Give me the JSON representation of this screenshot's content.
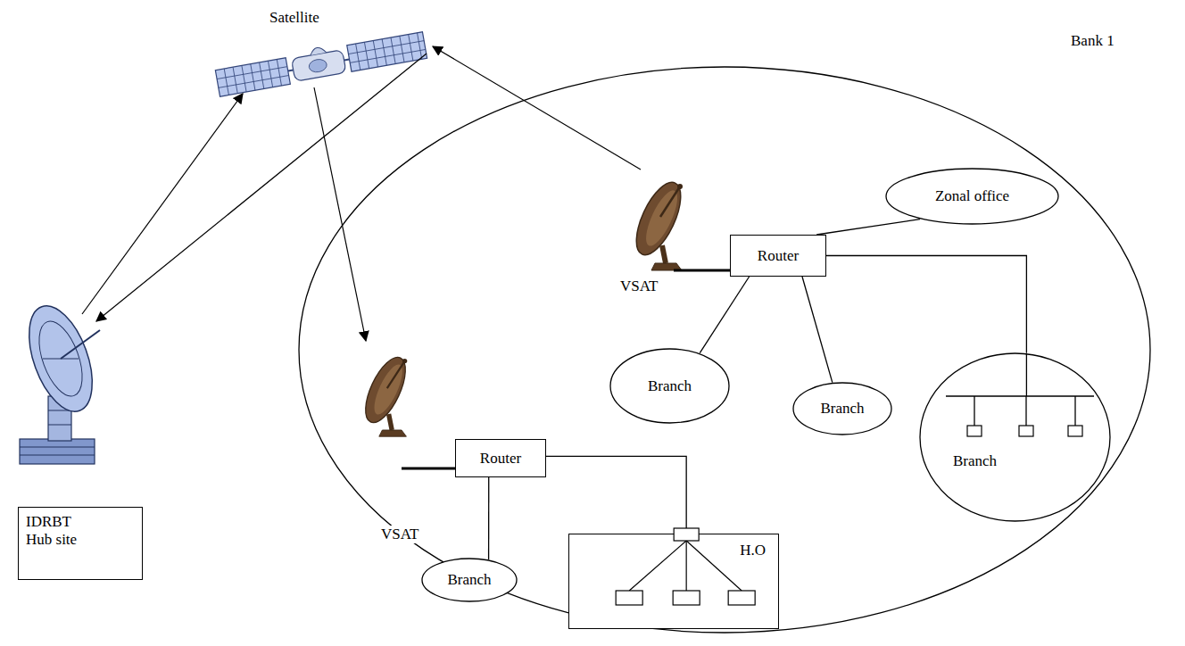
{
  "diagram": {
    "nodes": [
      {
        "text": [
          "Bank 1"
        ]
      },
      {
        "text": [
          "Zonal office"
        ],
        "in": 0
      },
      {
        "text": [
          "Router"
        ],
        "in": 0
      },
      {
        "text": [
          "Branch"
        ],
        "in": 0
      },
      {
        "text": [
          "Branch"
        ],
        "in": 0
      },
      {
        "text": [
          "Branch"
        ],
        "in": 0
      },
      {
        "text": [
          "Router"
        ],
        "in": 0
      },
      {
        "text": [
          "Branch"
        ],
        "in": 0
      },
      {
        "text": [
          "H.O"
        ],
        "in": 0
      },
      {
        "text": [
          "IDRBT Hub site"
        ]
      }
    ],
    "edges": [
      {
        "from": 2,
        "to": 1,
        "arrow": "none"
      },
      {
        "from": 2,
        "to": 3,
        "arrow": "none"
      },
      {
        "from": 2,
        "to": 4,
        "arrow": "none"
      },
      {
        "from": 2,
        "to": 5,
        "arrow": "none"
      },
      {
        "from": 6,
        "to": 7,
        "arrow": "none"
      },
      {
        "from": 6,
        "to": 8,
        "arrow": "none"
      }
    ],
    "labels": [
      "Satellite",
      "VSAT",
      "VSAT"
    ]
  }
}
